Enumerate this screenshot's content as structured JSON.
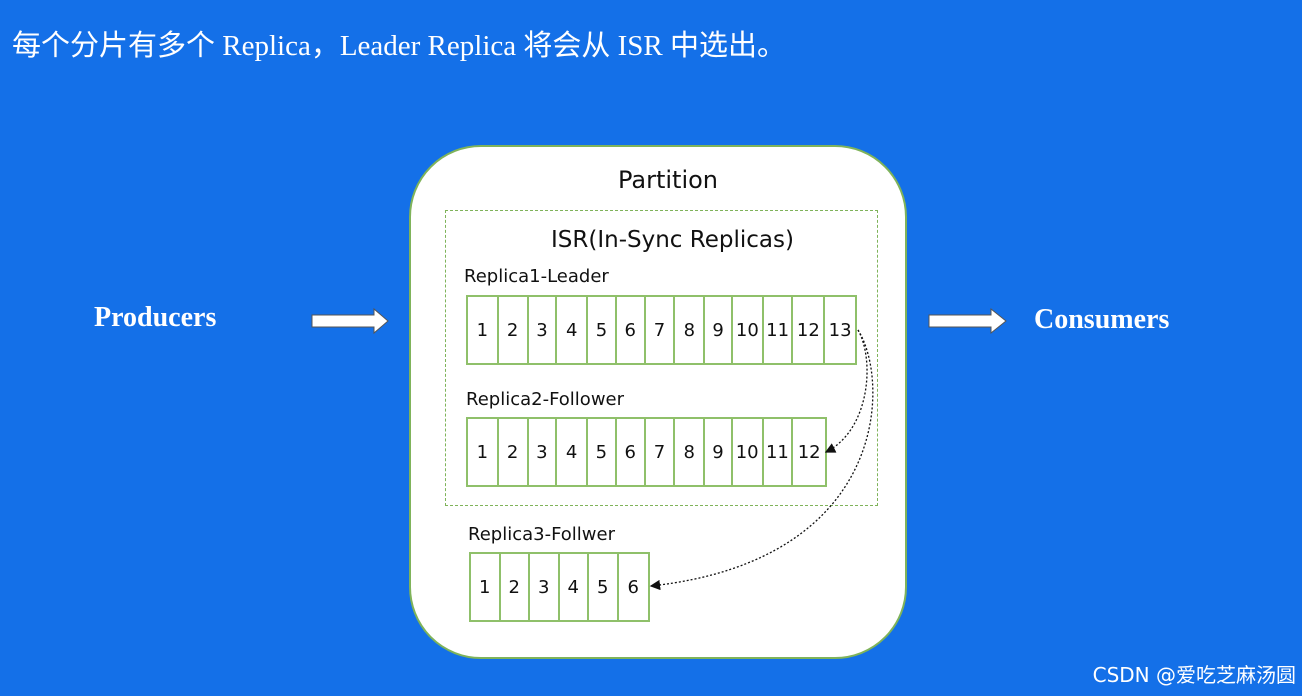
{
  "title": "每个分片有多个 Replica，Leader Replica 将会从 ISR 中选出。",
  "producers": "Producers",
  "consumers": "Consumers",
  "partition": {
    "title": "Partition",
    "isr_title": "ISR(In-Sync Replicas)",
    "replicas": [
      {
        "label": "Replica1-Leader",
        "cells": [
          "1",
          "2",
          "3",
          "4",
          "5",
          "6",
          "7",
          "8",
          "9",
          "10",
          "11",
          "12",
          "13"
        ]
      },
      {
        "label": "Replica2-Follower",
        "cells": [
          "1",
          "2",
          "3",
          "4",
          "5",
          "6",
          "7",
          "8",
          "9",
          "10",
          "11",
          "12"
        ]
      },
      {
        "label": "Replica3-Follwer",
        "cells": [
          "1",
          "2",
          "3",
          "4",
          "5",
          "6"
        ]
      }
    ]
  },
  "footer": "CSDN @爱吃芝麻汤圆",
  "colors": {
    "background": "#1470e8",
    "border": "#7fb35a"
  }
}
